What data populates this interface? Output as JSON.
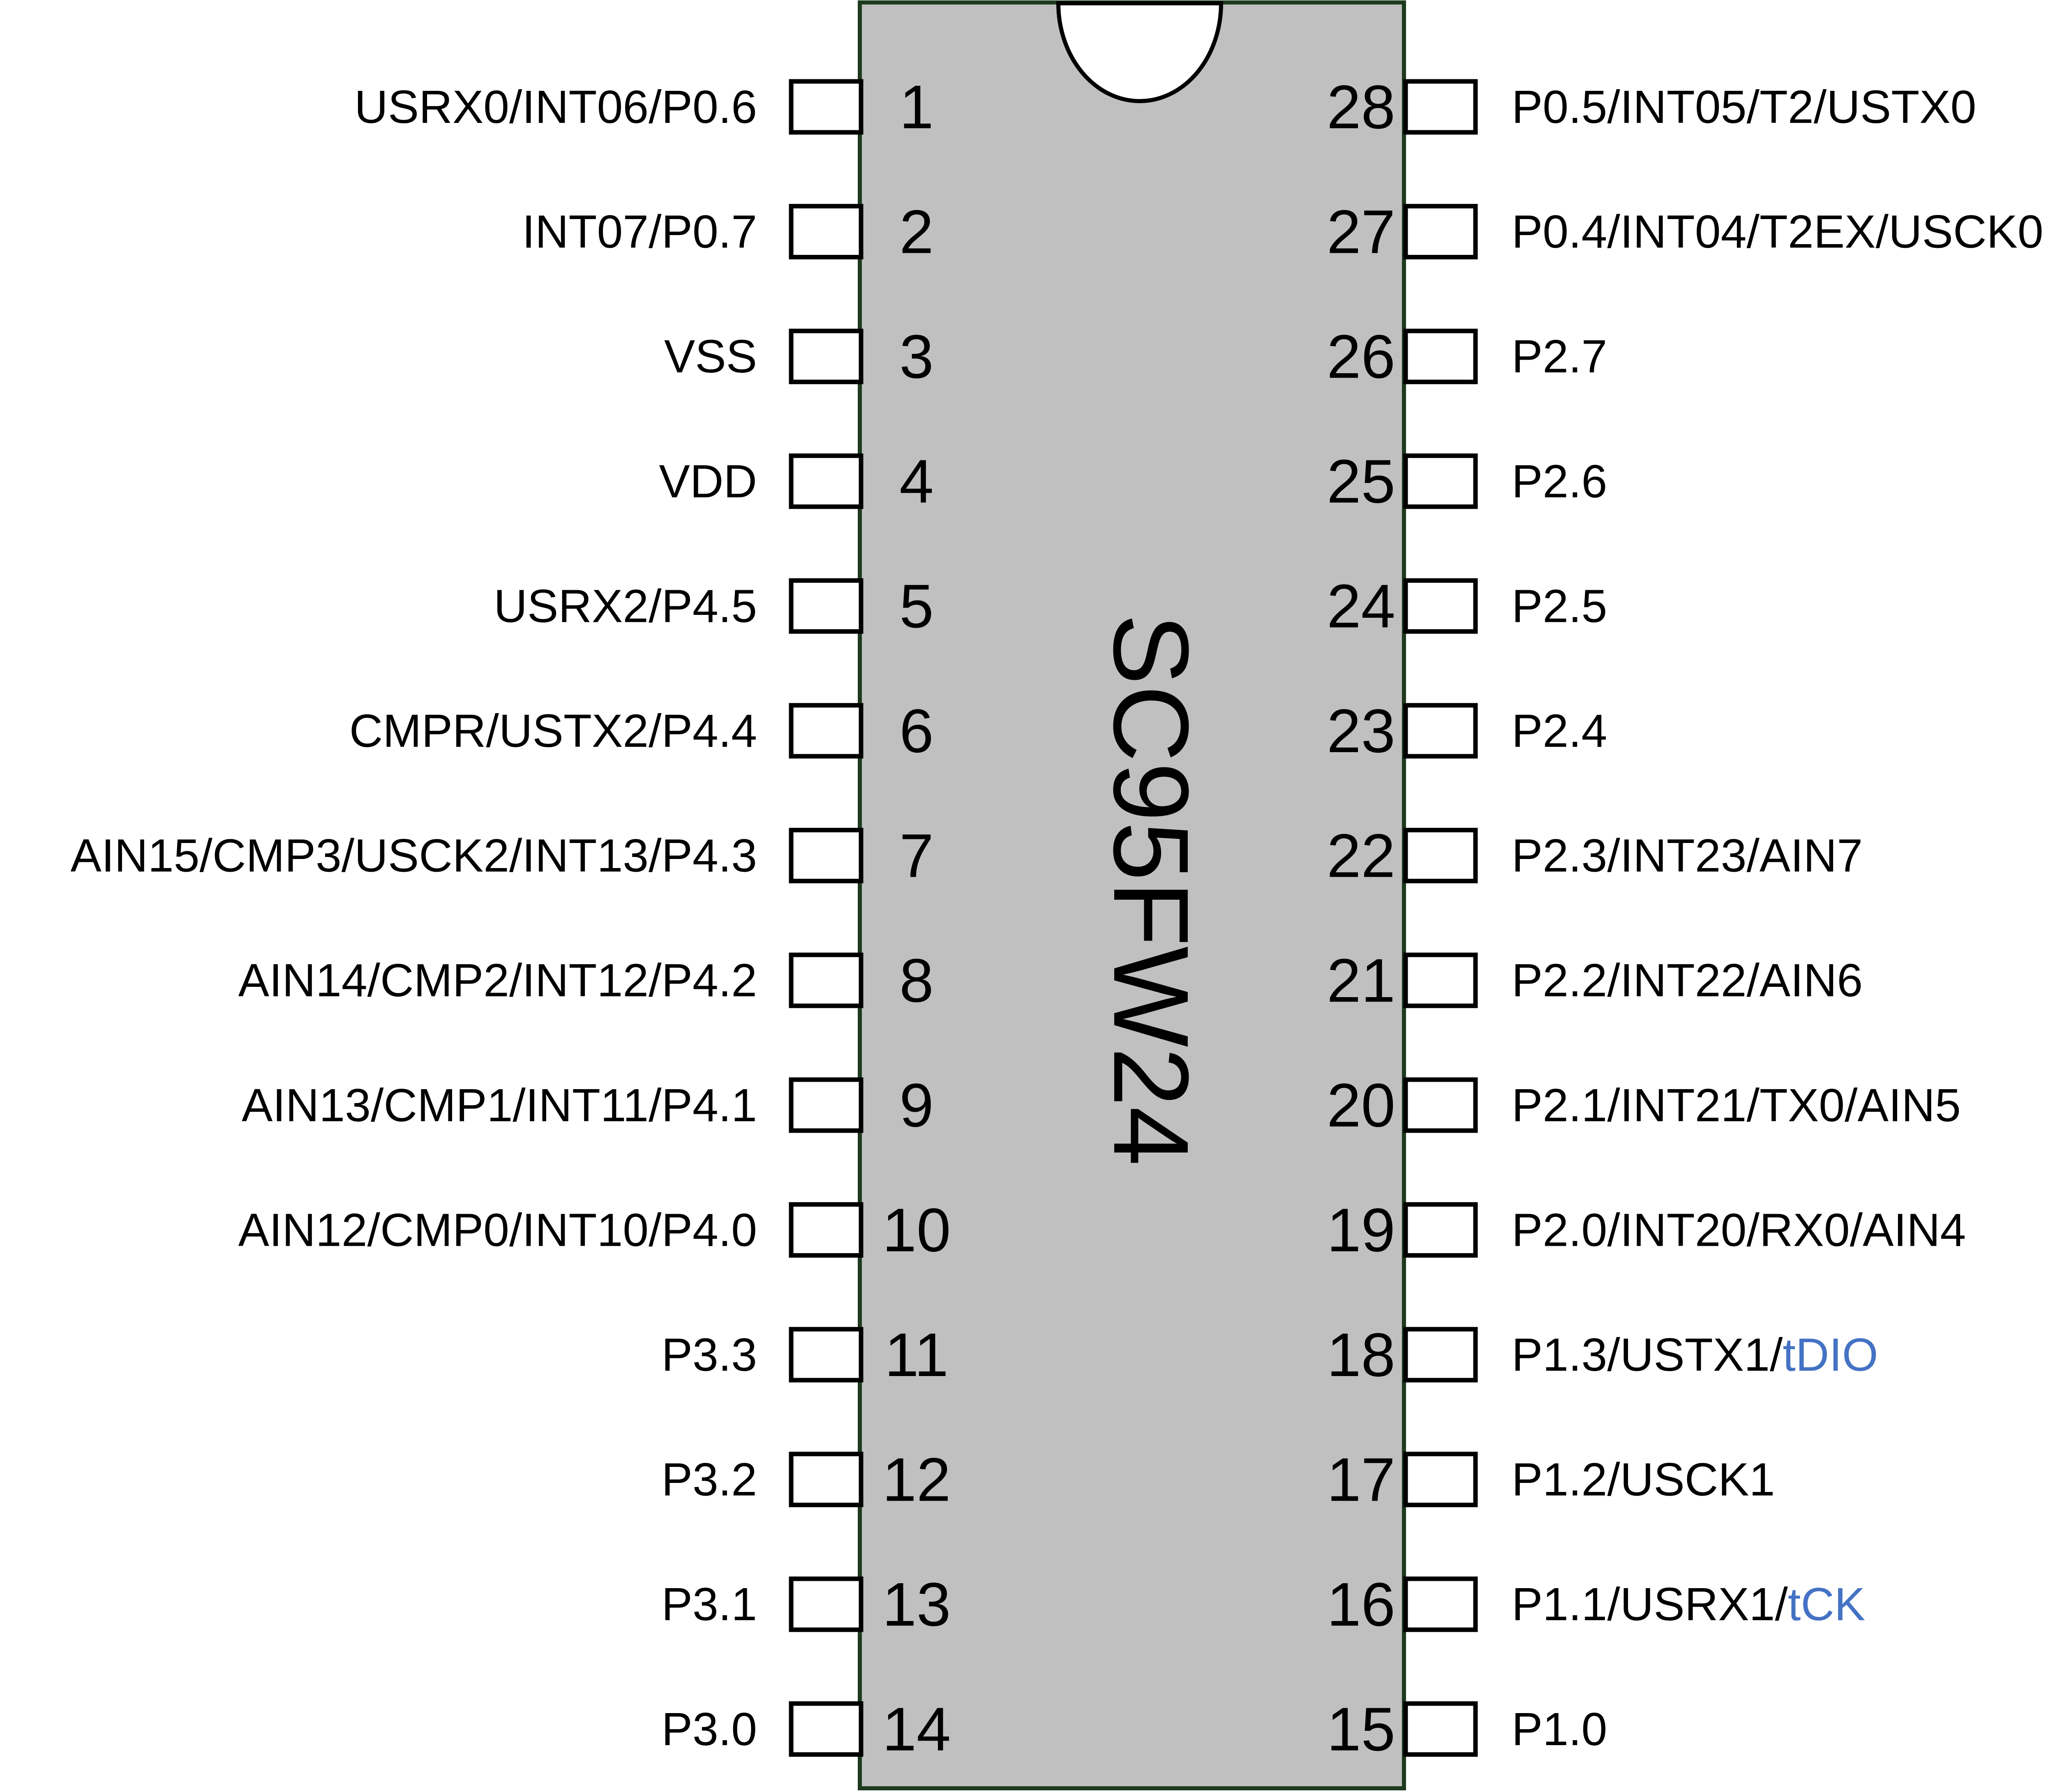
{
  "chip": {
    "name": "SC95FW24",
    "body_color": "#C0C0C0",
    "border_color": "#1E3A1E"
  },
  "highlight_color": "#4472C4",
  "left_pins": [
    {
      "number": "1",
      "label": [
        {
          "text": "USRX0/INT06/P0.6"
        }
      ]
    },
    {
      "number": "2",
      "label": [
        {
          "text": "INT07/P0.7"
        }
      ]
    },
    {
      "number": "3",
      "label": [
        {
          "text": "VSS"
        }
      ]
    },
    {
      "number": "4",
      "label": [
        {
          "text": "VDD"
        }
      ]
    },
    {
      "number": "5",
      "label": [
        {
          "text": "USRX2/P4.5"
        }
      ]
    },
    {
      "number": "6",
      "label": [
        {
          "text": "CMPR/USTX2/P4.4"
        }
      ]
    },
    {
      "number": "7",
      "label": [
        {
          "text": "AIN15/CMP3/USCK2/INT13/P4.3"
        }
      ]
    },
    {
      "number": "8",
      "label": [
        {
          "text": "AIN14/CMP2/INT12/P4.2"
        }
      ]
    },
    {
      "number": "9",
      "label": [
        {
          "text": "AIN13/CMP1/INT11/P4.1"
        }
      ]
    },
    {
      "number": "10",
      "label": [
        {
          "text": "AIN12/CMP0/INT10/P4.0"
        }
      ]
    },
    {
      "number": "11",
      "label": [
        {
          "text": "P3.3"
        }
      ]
    },
    {
      "number": "12",
      "label": [
        {
          "text": "P3.2"
        }
      ]
    },
    {
      "number": "13",
      "label": [
        {
          "text": "P3.1"
        }
      ]
    },
    {
      "number": "14",
      "label": [
        {
          "text": "P3.0"
        }
      ]
    }
  ],
  "right_pins": [
    {
      "number": "28",
      "label": [
        {
          "text": "P0.5/INT05/T2/USTX0"
        }
      ]
    },
    {
      "number": "27",
      "label": [
        {
          "text": "P0.4/INT04/T2EX/USCK0"
        }
      ]
    },
    {
      "number": "26",
      "label": [
        {
          "text": "P2.7"
        }
      ]
    },
    {
      "number": "25",
      "label": [
        {
          "text": "P2.6"
        }
      ]
    },
    {
      "number": "24",
      "label": [
        {
          "text": "P2.5"
        }
      ]
    },
    {
      "number": "23",
      "label": [
        {
          "text": "P2.4"
        }
      ]
    },
    {
      "number": "22",
      "label": [
        {
          "text": "P2.3/INT23/AIN7"
        }
      ]
    },
    {
      "number": "21",
      "label": [
        {
          "text": "P2.2/INT22/AIN6"
        }
      ]
    },
    {
      "number": "20",
      "label": [
        {
          "text": "P2.1/INT21/TX0/AIN5"
        }
      ]
    },
    {
      "number": "19",
      "label": [
        {
          "text": "P2.0/INT20/RX0/AIN4"
        }
      ]
    },
    {
      "number": "18",
      "label": [
        {
          "text": "P1.3/USTX1/"
        },
        {
          "text": "tDIO",
          "highlight": true
        }
      ]
    },
    {
      "number": "17",
      "label": [
        {
          "text": "P1.2/USCK1"
        }
      ]
    },
    {
      "number": "16",
      "label": [
        {
          "text": "P1.1/USRX1/"
        },
        {
          "text": "tCK",
          "highlight": true
        }
      ]
    },
    {
      "number": "15",
      "label": [
        {
          "text": "P1.0"
        }
      ]
    }
  ]
}
